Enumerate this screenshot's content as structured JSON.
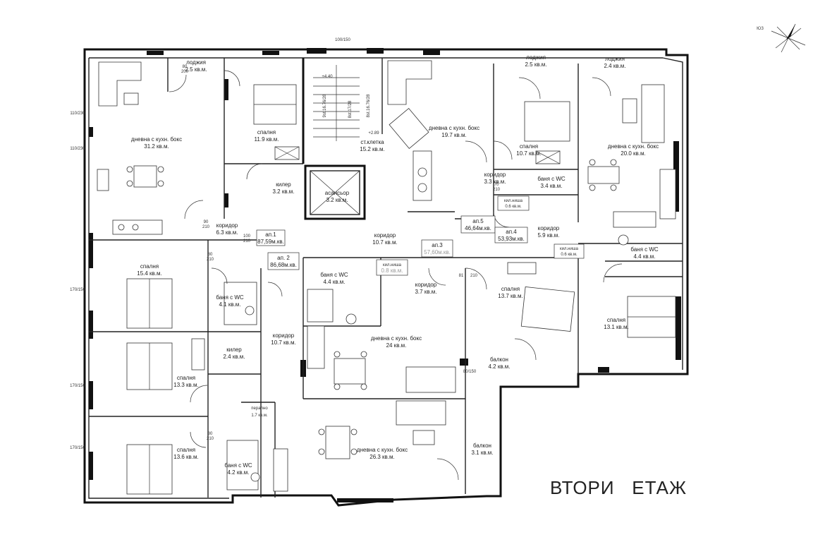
{
  "floor_title": "ВТОРИ   ЕТАЖ",
  "compass_label": "ЮЗ",
  "rooms": [
    {
      "name": "лоджия",
      "area": "2.5 кв.м."
    },
    {
      "name": "дневна с кухн. бокс",
      "area": "31.2 кв.м."
    },
    {
      "name": "спалня",
      "area": "11.9 кв.м."
    },
    {
      "name": "килер",
      "area": "3.2 кв.м."
    },
    {
      "name": "коридор",
      "area": "6.3 кв.м."
    },
    {
      "name": "ст.клетка",
      "area": "15.2 кв.м."
    },
    {
      "name": "асансьор",
      "area": "3.2 кв.м."
    },
    {
      "name": "коридор",
      "area": "10.7 кв.м."
    },
    {
      "name": "дневна с кухн. бокс",
      "area": "19.7 кв.м."
    },
    {
      "name": "лоджия",
      "area": "2.5 кв.м."
    },
    {
      "name": "лоджия",
      "area": "2.4 кв.м."
    },
    {
      "name": "спалня",
      "area": "10.7 кв.м."
    },
    {
      "name": "дневна с кухн. бокс",
      "area": "20.0 кв.м."
    },
    {
      "name": "коридор",
      "area": "3.3 кв.м."
    },
    {
      "name": "баня с WC",
      "area": "3.4 кв.м."
    },
    {
      "name": "кил.ниша",
      "area": "0.6 кв.м."
    },
    {
      "name": "коридор",
      "area": "5.9 кв.м."
    },
    {
      "name": "кил.ниша",
      "area": "0.6 кв.м."
    },
    {
      "name": "баня с WC",
      "area": "4.4 кв.м."
    },
    {
      "name": "спалня",
      "area": "15.4 кв.м."
    },
    {
      "name": "баня с WC",
      "area": "4.1 кв.м."
    },
    {
      "name": "баня с WC",
      "area": "4.4 кв.м."
    },
    {
      "name": "кил.ниша",
      "area": "0.8 кв.м."
    },
    {
      "name": "коридор",
      "area": "3.7 кв.м."
    },
    {
      "name": "спалня",
      "area": "13.7 кв.м."
    },
    {
      "name": "спалня",
      "area": "13.1 кв.м."
    },
    {
      "name": "коридор",
      "area": "10.7 кв.м."
    },
    {
      "name": "килер",
      "area": "2.4 кв.м."
    },
    {
      "name": "дневна с кухн. бокс",
      "area": "24 кв.м."
    },
    {
      "name": "балкон",
      "area": "4.2 кв.м."
    },
    {
      "name": "спалня",
      "area": "13.3 кв.м."
    },
    {
      "name": "перално",
      "area": "1.7 кв.м."
    },
    {
      "name": "спалня",
      "area": "13.6 кв.м."
    },
    {
      "name": "баня с WC",
      "area": "4.2 кв.м."
    },
    {
      "name": "дневна с кухн. бокс",
      "area": "26.3 кв.м."
    },
    {
      "name": "балкон",
      "area": "3.1 кв.м."
    }
  ],
  "apartments": [
    {
      "name": "ап.1",
      "area": "87,59м.кв."
    },
    {
      "name": "ап. 2",
      "area": "86,68м.кв."
    },
    {
      "name": "ап.3",
      "area": "57,60м.кв."
    },
    {
      "name": "ап.5",
      "area": "46,64м.кв."
    },
    {
      "name": "ап.4",
      "area": "53,93м.кв."
    }
  ],
  "stair_labels": {
    "up_level": "+4.40",
    "mid_level": "+2.89",
    "run1": "9st.16.76/28",
    "run2": "8st.17/28",
    "run3": "8st.16.76/28"
  },
  "door_marks": [
    "90",
    "210",
    "80",
    "200",
    "100",
    "210",
    "70",
    "210",
    "80",
    "210",
    "80",
    "210",
    "81",
    "210"
  ],
  "window_marks": [
    "110/230",
    "110/230",
    "170/150",
    "170/150",
    "170/150",
    "100/150",
    "80/150"
  ]
}
